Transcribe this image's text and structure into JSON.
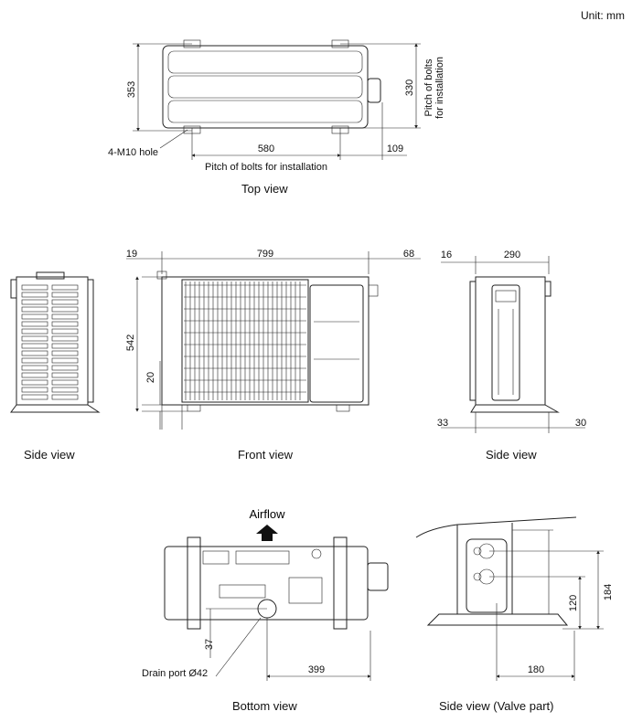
{
  "unit_label": "Unit: mm",
  "top_view": {
    "caption": "Top view",
    "dim_depth": "353",
    "dim_bolt_depth": "330",
    "bolt_pitch_vertical": "Pitch of bolts\nfor installation",
    "hole_label": "4-M10 hole",
    "dim_bolt_width": "580",
    "dim_right_offset": "109",
    "bolt_pitch_horizontal": "Pitch of bolts for installation"
  },
  "front_view": {
    "caption": "Front view",
    "dim_left": "19",
    "dim_width": "799",
    "dim_right": "68",
    "dim_height": "542",
    "dim_base": "20"
  },
  "side_view_left": {
    "caption": "Side view"
  },
  "side_view_right": {
    "caption": "Side view",
    "dim_left": "16",
    "dim_depth": "290",
    "dim_foot_left": "33",
    "dim_foot_right": "30"
  },
  "bottom_view": {
    "caption": "Bottom view",
    "airflow_label": "Airflow",
    "drain_label": "Drain port Ø42",
    "dim_drain_y": "37",
    "dim_drain_x": "399"
  },
  "valve_view": {
    "caption": "Side view (Valve part)",
    "dim_lower_valve": "120",
    "dim_upper_valve": "184",
    "dim_valve_x": "180"
  }
}
